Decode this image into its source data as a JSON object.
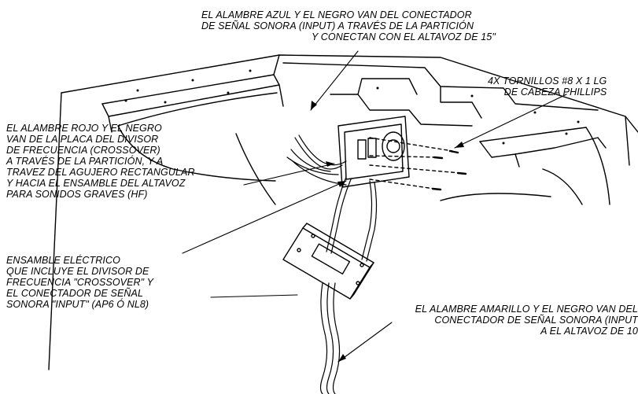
{
  "callouts": {
    "blue_black": {
      "lines": [
        "EL ALAMBRE AZUL Y EL NEGRO VAN DEL CONECTADOR",
        "DE SEÑAL SONORA (INPUT) A TRAVÉS DE LA PARTICIÓN",
        "Y CONECTAN CON EL ALTAVOZ DE 15\""
      ]
    },
    "screws": {
      "lines": [
        "4X  TORNILLOS #8 X 1 LG",
        "DE CABEZA PHILLIPS"
      ]
    },
    "red_black": {
      "lines": [
        "EL ALAMBRE ROJO Y EL NEGRO",
        "VAN DE LA PLACA DEL DIVISOR",
        "DE FRECUENCIA (CROSSOVER)",
        "A TRAVÉS DE LA PARTICIÓN, Y A",
        "TRAVEZ DEL AGUJERO RECTANGULAR",
        "Y HACIA EL ENSAMBLE DEL ALTAVOZ",
        "PARA SONIDOS GRAVES (HF)"
      ]
    },
    "assembly": {
      "lines": [
        "ENSAMBLE ELÉCTRICO",
        "QUE INCLUYE EL DIVISOR DE",
        "FRECUENCIA \"CROSSOVER\" Y",
        "EL CONECTADOR DE SEÑAL",
        "SONORA \"INPUT\" (AP6 Ó NL8)"
      ]
    },
    "yellow_black": {
      "lines": [
        "EL ALAMBRE AMARILLO Y EL NEGRO VAN DEL",
        "CONECTADOR DE SEÑAL SONORA (INPUT",
        "A EL ALTAVOZ DE 10"
      ]
    }
  }
}
